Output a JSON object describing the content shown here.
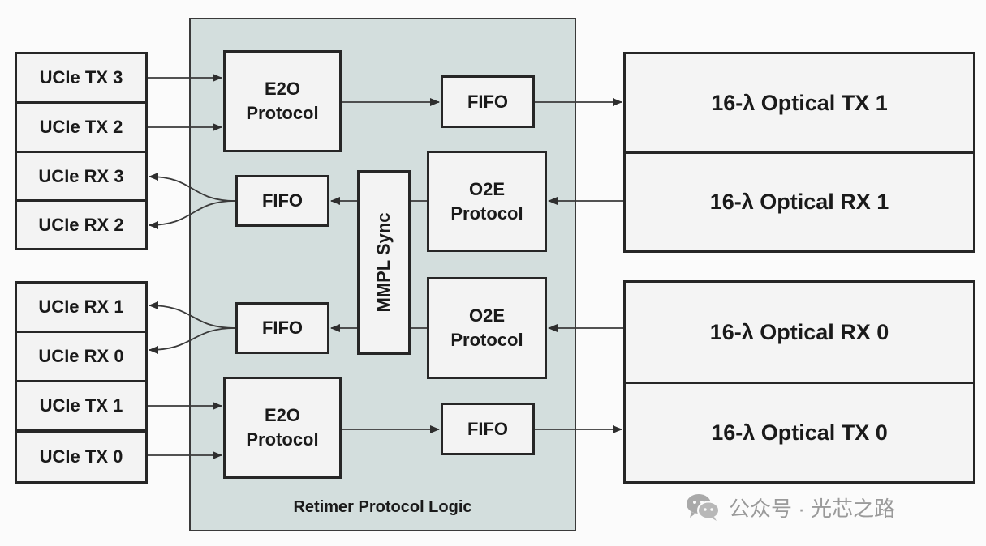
{
  "left_ports_top": [
    "UCIe TX 3",
    "UCIe TX 2",
    "UCIe RX 3",
    "UCIe RX 2"
  ],
  "left_ports_bottom": [
    "UCIe RX 1",
    "UCIe RX 0",
    "UCIe TX 1",
    "UCIe TX 0"
  ],
  "retimer": {
    "label": "Retimer Protocol Logic",
    "e2o_top": "E2O\nProtocol",
    "e2o_bottom": "E2O\nProtocol",
    "o2e_top": "O2E\nProtocol",
    "o2e_bottom": "O2E\nProtocol",
    "fifo_tx_top": "FIFO",
    "fifo_rx_top": "FIFO",
    "fifo_rx_bottom": "FIFO",
    "fifo_tx_bottom": "FIFO",
    "mmpl": "MMPL Sync"
  },
  "optical": {
    "tx1": "16-λ Optical TX 1",
    "rx1": "16-λ Optical RX 1",
    "rx0": "16-λ Optical RX 0",
    "tx0": "16-λ Optical TX 0"
  },
  "watermark": "公众号 · 光芯之路",
  "colors": {
    "retimer_bg": "#d3dedd",
    "box_border": "#262626",
    "box_bg": "#f3f3f3",
    "line": "#3a3a3a"
  },
  "icons": [
    "wechat-icon"
  ]
}
